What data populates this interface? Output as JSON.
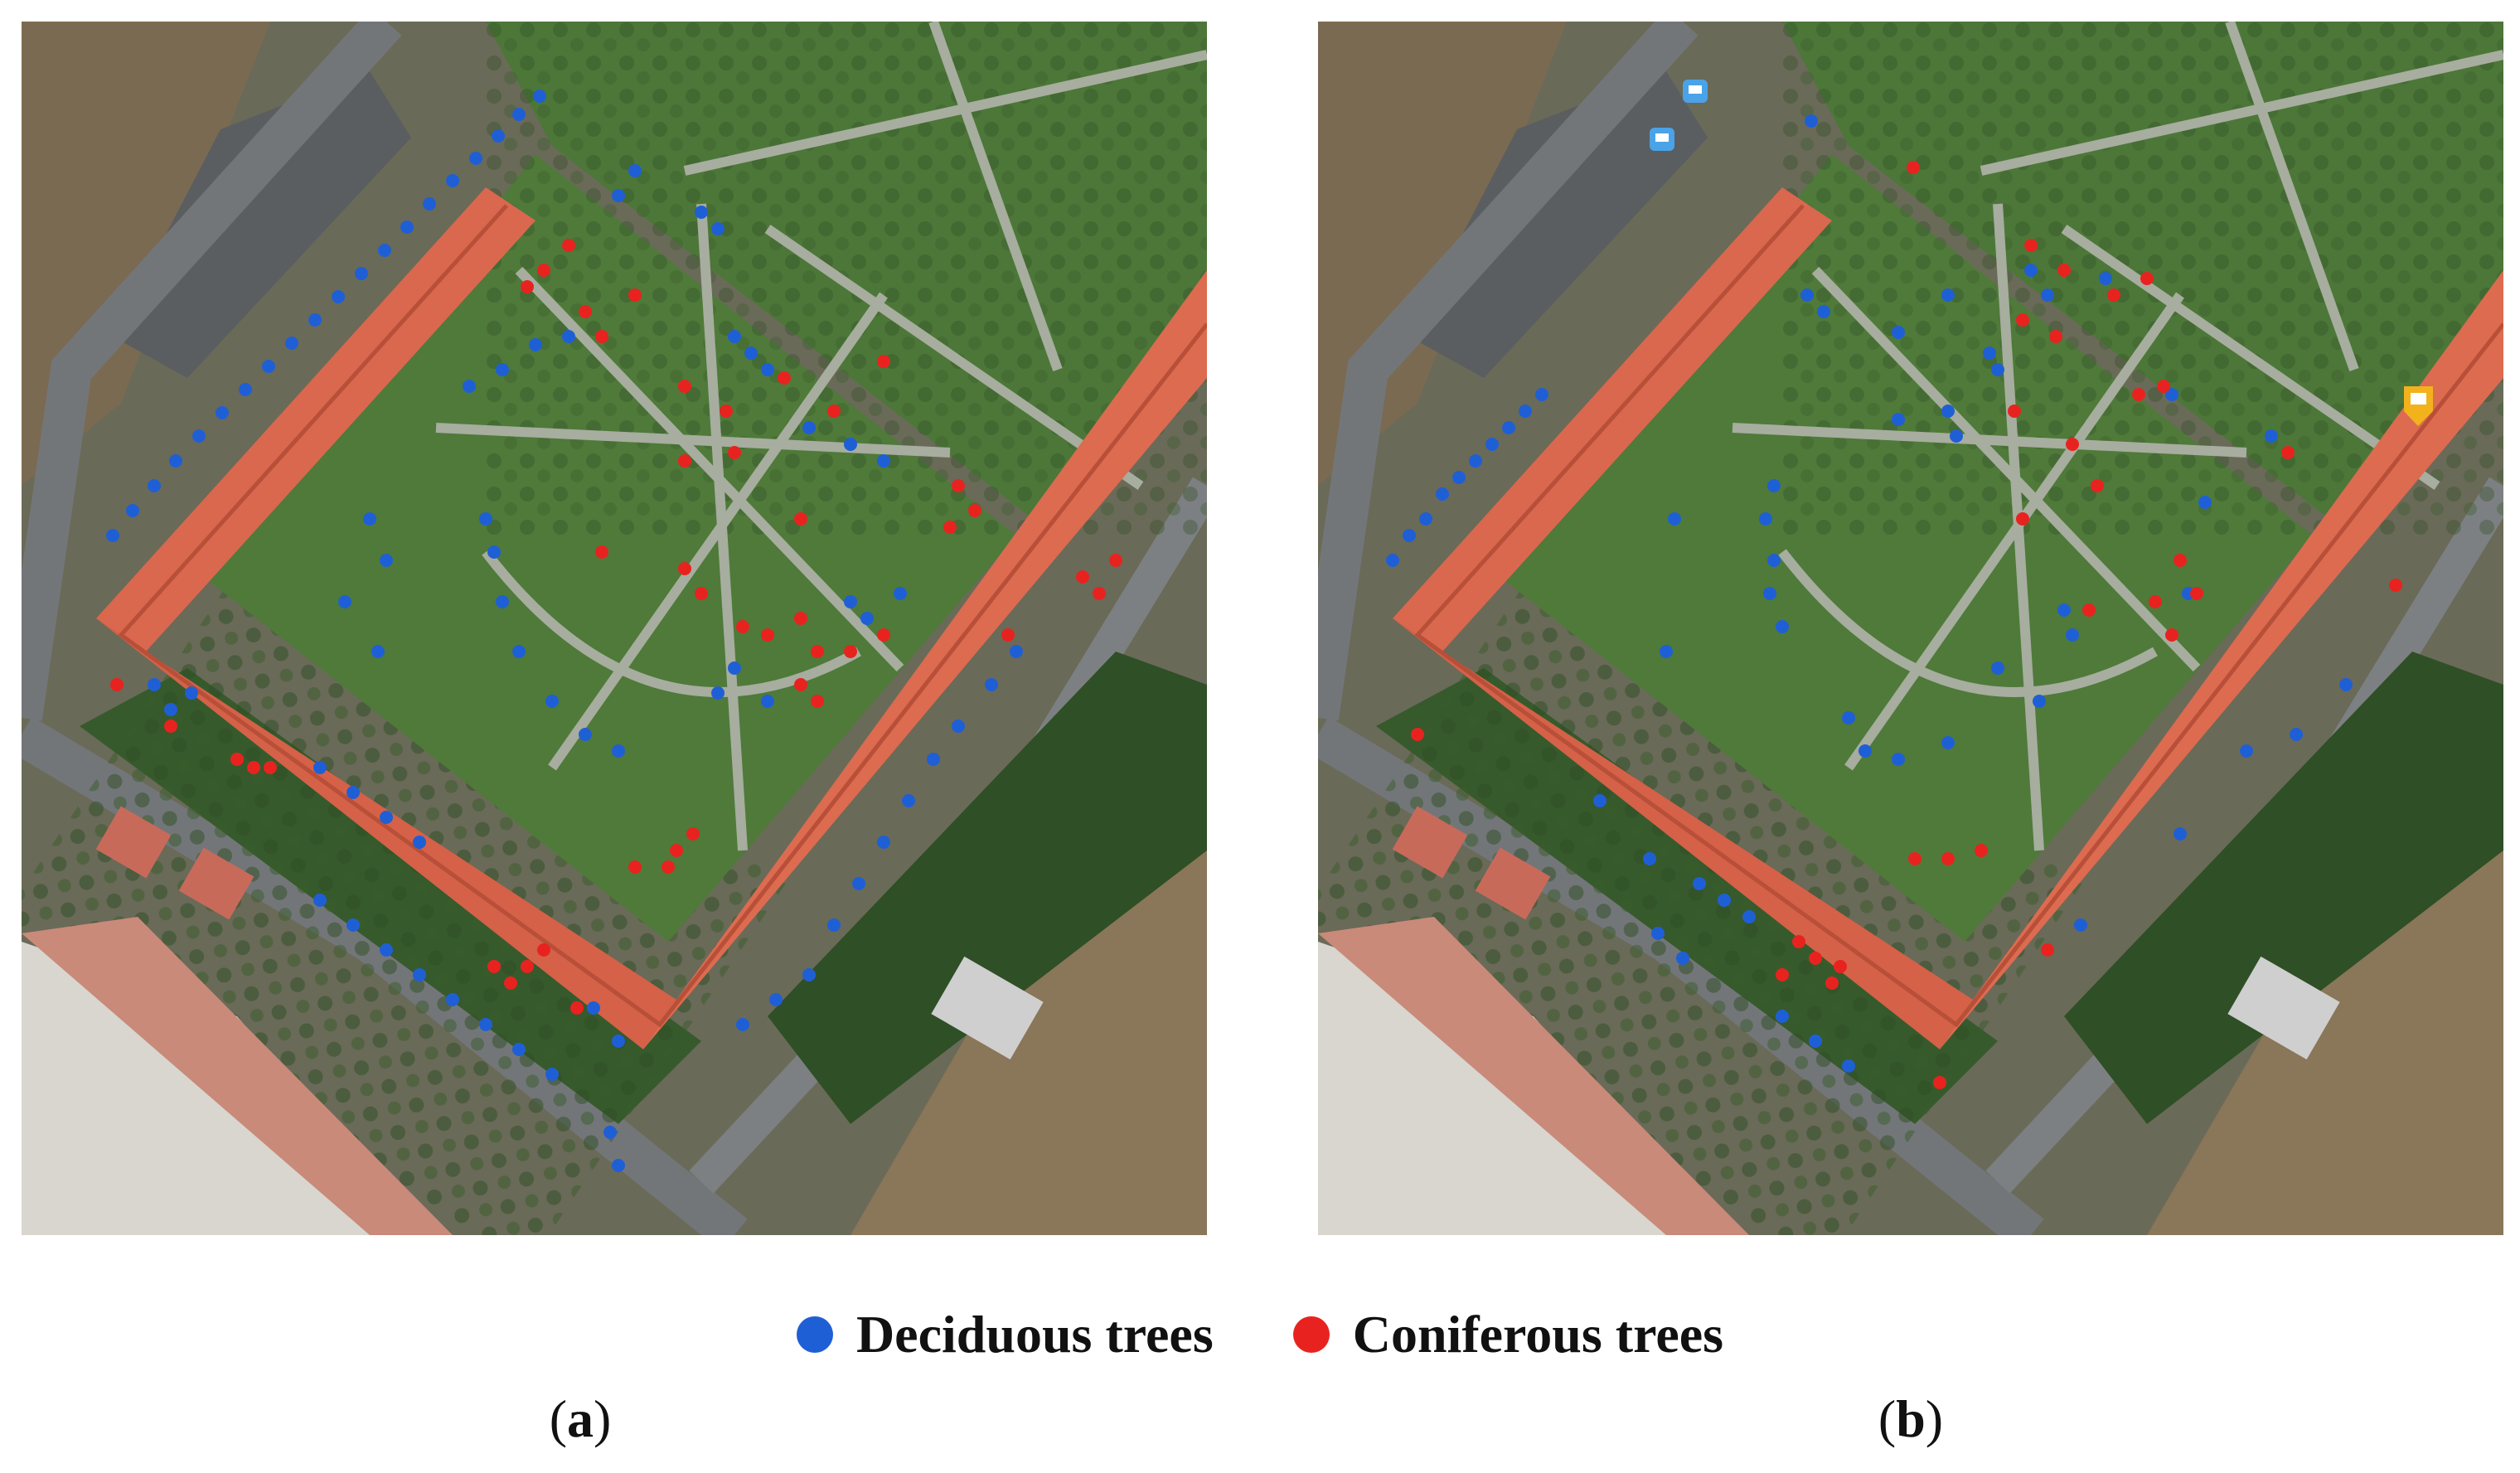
{
  "colors": {
    "deciduous": "#1f5fd6",
    "coniferous": "#e8231f",
    "roof": "#d9684e",
    "grass": "#4f7a3a",
    "path": "#a9b0a0",
    "road": "#6b6e70",
    "field": "#7c6b4f"
  },
  "legend": {
    "deciduous_label": "Deciduous trees",
    "coniferous_label": "Coniferous trees"
  },
  "panels": [
    {
      "id": "a",
      "letter": "a"
    },
    {
      "id": "b",
      "letter": "b"
    }
  ],
  "icons": {
    "bus_marker": "bus-stop-icon",
    "place_marker": "place-marker-icon"
  }
}
